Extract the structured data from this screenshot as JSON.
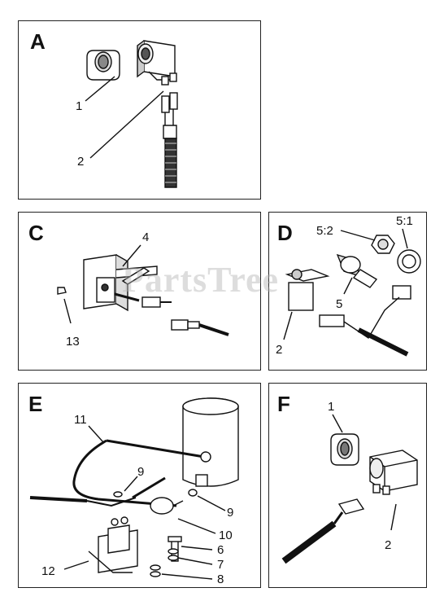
{
  "panels": {
    "a": {
      "letter": "A",
      "callouts": [
        "1",
        "2"
      ]
    },
    "c": {
      "letter": "C",
      "callouts": [
        "4",
        "13"
      ]
    },
    "d": {
      "letter": "D",
      "callouts": [
        "5:2",
        "5:1",
        "5",
        "2"
      ]
    },
    "e": {
      "letter": "E",
      "callouts": [
        "11",
        "9",
        "9",
        "10",
        "6",
        "7",
        "8",
        "12"
      ]
    },
    "f": {
      "letter": "F",
      "callouts": [
        "1",
        "2"
      ]
    }
  },
  "watermark": "PartsTree"
}
